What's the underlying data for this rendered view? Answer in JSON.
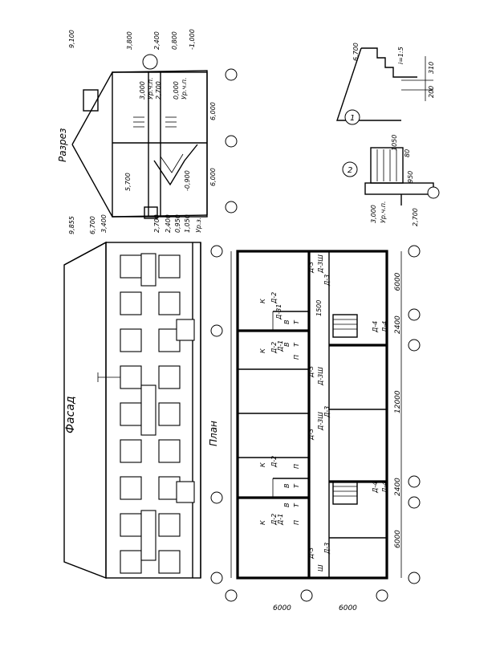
{
  "labels": {
    "facade": "Фасад",
    "section": "Разрез",
    "plan": "План",
    "detail1": "1",
    "detail2": "2"
  },
  "section_marks": {
    "top": "9,100",
    "ridge_left": "9,855",
    "s1": "3,800",
    "s2": "2,400",
    "s3": "0,800",
    "s4": "-1,000",
    "u1": "3,000",
    "u1b": "Ур.ч.п.",
    "u2": "2,700",
    "u3": "0,000",
    "u3b": "Ур.ч.п.",
    "u4": "-0,900",
    "h6000a": "6,000",
    "h6000b": "6,000",
    "h5700": "5,700",
    "e6700": "6,700",
    "e3400": "3,400",
    "e2700": "2,700",
    "e2400": "2,400",
    "e0950": "0,950",
    "e1050": "1,050",
    "urz": "Ур.з."
  },
  "detail_marks": {
    "d1_top": "6,700",
    "d1_slope": "i=1:5",
    "d1_310": "310",
    "d1_200": "200",
    "d2_1050": "1050",
    "d2_80": "80",
    "d2_950": "950",
    "d2_3000": "3,000",
    "d2_urch": "Ур.ч.п.",
    "d2_2700": "2,700"
  },
  "plan_dims": {
    "left_a": "6000",
    "left_b": "6000",
    "bottom": [
      "6000",
      "2400",
      "12000",
      "2400",
      "6000"
    ],
    "dim_1500": "1500"
  },
  "plan_rooms": {
    "K": "К",
    "P": "П",
    "V": "В",
    "T": "Т",
    "D1": "Д-1",
    "D2": "Д-2",
    "D3": "Д-3",
    "D4": "Д-4",
    "Sh": "Ш",
    "D3Sh": "Д-3Ш",
    "D31": "Д-31"
  }
}
